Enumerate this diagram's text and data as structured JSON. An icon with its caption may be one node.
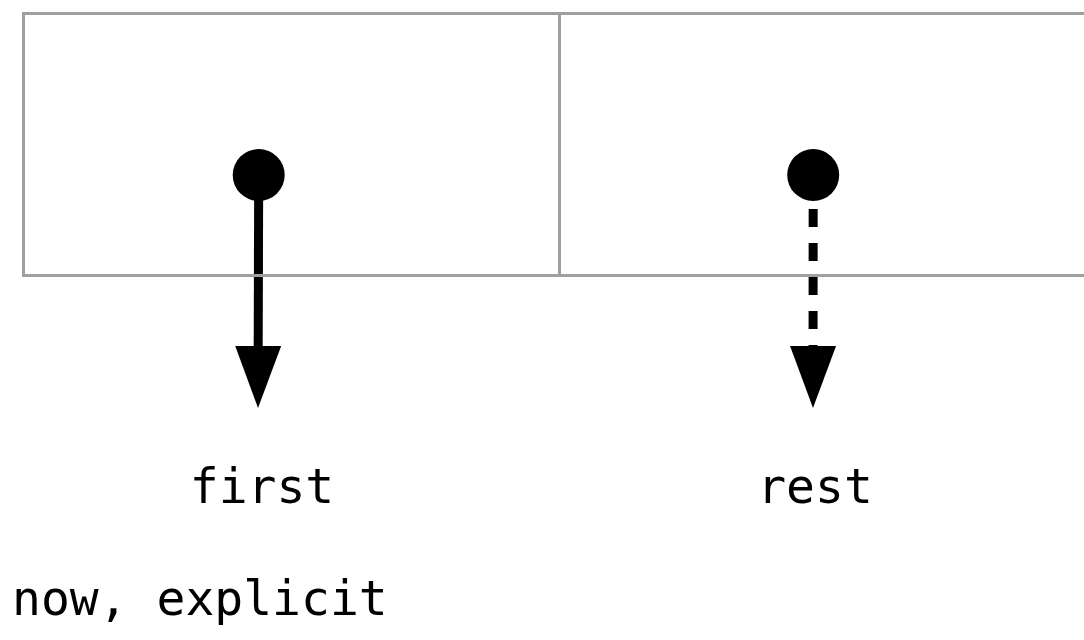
{
  "diagram": {
    "nodes": [
      {
        "text": [],
        "shape": "box"
      },
      {
        "text": [],
        "shape": "box"
      },
      {
        "text": [
          "first"
        ]
      },
      {
        "text": [
          "rest"
        ]
      }
    ],
    "edges": [
      {
        "from": 0,
        "to": 2,
        "arrow": "to"
      },
      {
        "from": 1,
        "to": 3,
        "arrow": "to",
        "style": "dashed"
      }
    ],
    "labels": [
      "now, explicit"
    ]
  }
}
